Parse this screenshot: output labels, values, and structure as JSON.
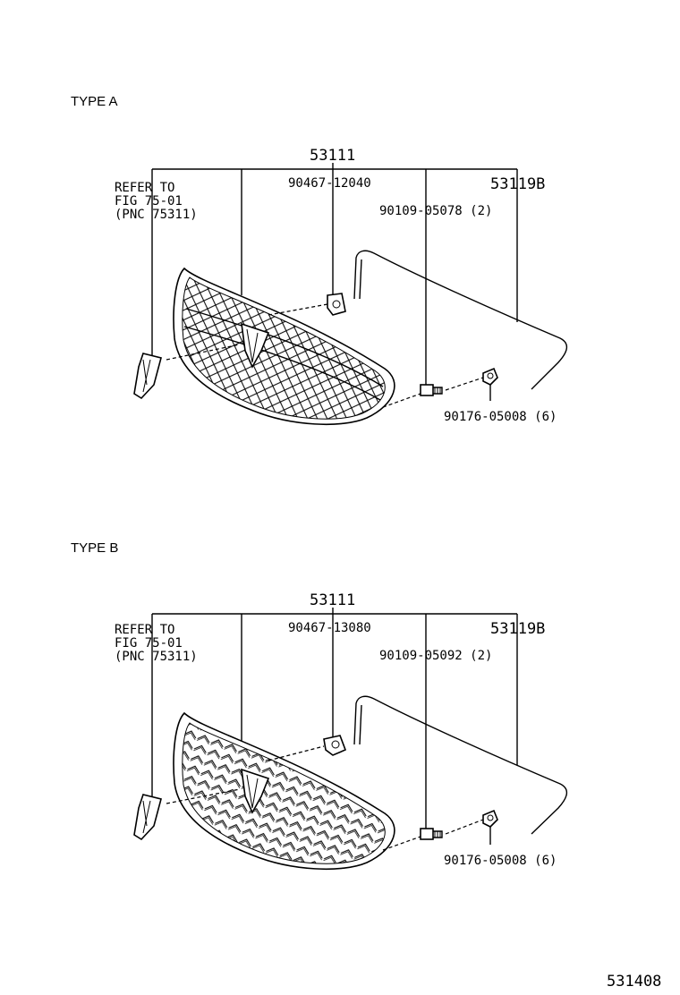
{
  "diagram_id": "531408",
  "sections": [
    {
      "type_label": "TYPE A",
      "main_part": "53111",
      "refer": [
        "REFER TO",
        "FIG 75-01",
        "(PNC 75311)"
      ],
      "part_clip": "90467-12040",
      "part_molding": "53119B",
      "part_bolt": "90109-05078 (2)",
      "part_nut": "90176-05008 (6)",
      "grille_pattern": "diamond-mesh"
    },
    {
      "type_label": "TYPE B",
      "main_part": "53111",
      "refer": [
        "REFER TO",
        "FIG 75-01",
        "(PNC 75311)"
      ],
      "part_clip": "90467-13080",
      "part_molding": "53119B",
      "part_bolt": "90109-05092 (2)",
      "part_nut": "90176-05008 (6)",
      "grille_pattern": "chevron-mesh"
    }
  ]
}
